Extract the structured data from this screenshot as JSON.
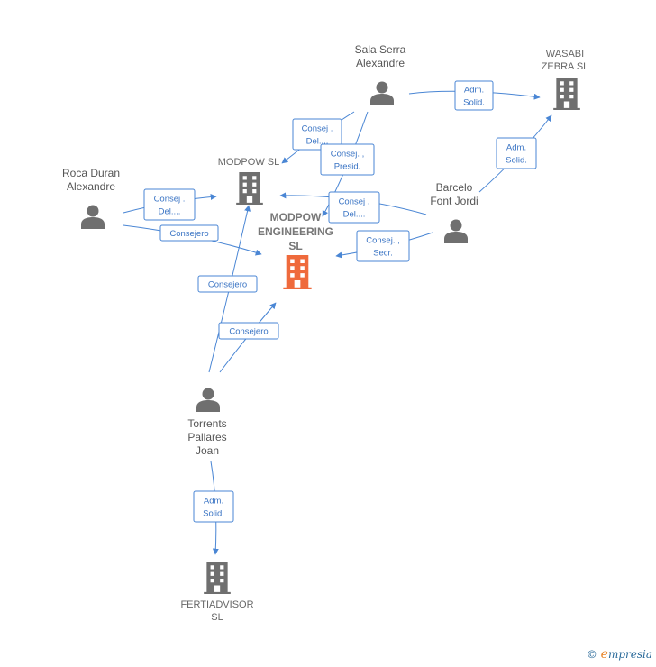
{
  "colors": {
    "edge": "#4a86d4",
    "person": "#6f6f6f",
    "company": "#6f6f6f",
    "focus": "#ef6a3c"
  },
  "nodes": [
    {
      "id": "sala",
      "kind": "person",
      "label": [
        "Sala Serra",
        "Alexandre"
      ]
    },
    {
      "id": "wasabi",
      "kind": "company",
      "label": [
        "WASABI",
        "ZEBRA  SL"
      ]
    },
    {
      "id": "roca",
      "kind": "person",
      "label": [
        "Roca Duran",
        "Alexandre"
      ]
    },
    {
      "id": "modpow",
      "kind": "company",
      "label": [
        "MODPOW SL"
      ]
    },
    {
      "id": "modpow_eng",
      "kind": "focus",
      "label": [
        "MODPOW",
        "ENGINEERING",
        "SL"
      ]
    },
    {
      "id": "barcelo",
      "kind": "person",
      "label": [
        "Barcelo",
        "Font Jordi"
      ]
    },
    {
      "id": "torrents",
      "kind": "person",
      "label": [
        "Torrents",
        "Pallares",
        "Joan"
      ]
    },
    {
      "id": "fertiadvisor",
      "kind": "company",
      "label": [
        "FERTIADVISOR",
        "SL"
      ]
    }
  ],
  "edges": [
    {
      "id": "sala-wasabi",
      "label": [
        "Adm.",
        "Solid."
      ]
    },
    {
      "id": "sala-modpow",
      "label": [
        "Consej .",
        "Del...."
      ]
    },
    {
      "id": "sala-modpow-eng",
      "label": [
        "Consej. ,",
        "Presid."
      ]
    },
    {
      "id": "barcelo-wasabi",
      "label": [
        "Adm.",
        "Solid."
      ]
    },
    {
      "id": "barcelo-modpow",
      "label": [
        "Consej .",
        "Del...."
      ]
    },
    {
      "id": "barcelo-modpow-eng",
      "label": [
        "Consej. ,",
        "Secr."
      ]
    },
    {
      "id": "roca-modpow",
      "label": [
        "Consej .",
        "Del...."
      ]
    },
    {
      "id": "roca-modpow-eng",
      "label": [
        "Consejero"
      ]
    },
    {
      "id": "torrents-modpow",
      "label": [
        "Consejero"
      ]
    },
    {
      "id": "torrents-modpow-eng",
      "label": [
        "Consejero"
      ]
    },
    {
      "id": "torrents-fertiadvisor",
      "label": [
        "Adm.",
        "Solid."
      ]
    }
  ],
  "brand": {
    "copyright": "©",
    "initial": "e",
    "rest": "mpresia"
  }
}
